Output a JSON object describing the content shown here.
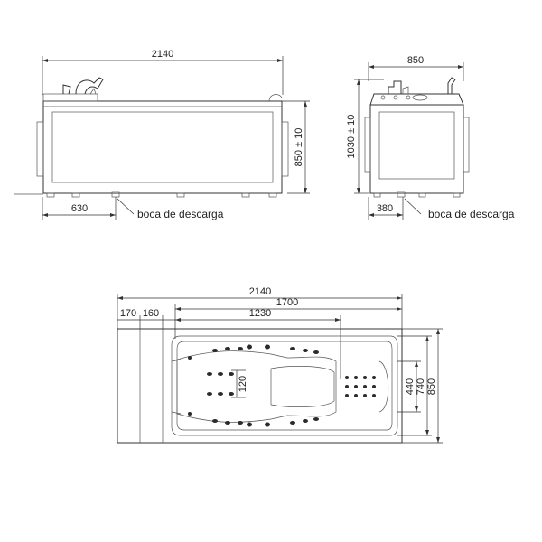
{
  "front_view": {
    "length": "2140",
    "height": "850 ± 10",
    "drain_distance": "630",
    "drain_label": "boca de descarga"
  },
  "side_view": {
    "width": "850",
    "total_height": "1030 ± 10",
    "drain_distance": "380",
    "drain_label": "boca de descarga"
  },
  "plan_view": {
    "length": "2140",
    "inner_length": "1700",
    "seat_length": "1230",
    "left_offset_1": "170",
    "left_offset_2": "160",
    "headrest_width": "120",
    "width_inner": "440",
    "width_mid": "740",
    "width": "850"
  },
  "colors": {
    "line": "#333333",
    "jets": "#2b2b2b",
    "background": "#ffffff"
  }
}
